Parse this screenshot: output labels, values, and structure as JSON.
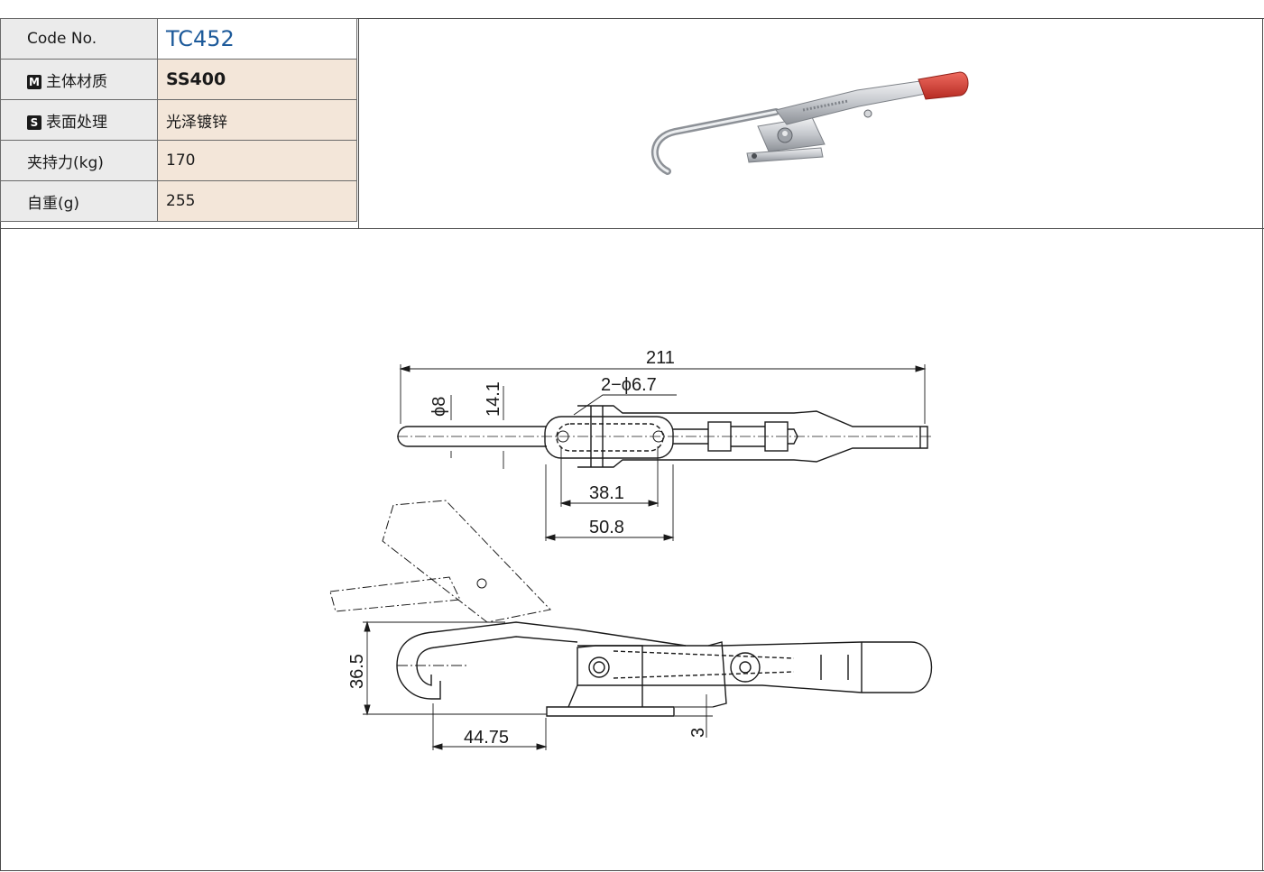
{
  "spec_table": {
    "code_label": "Code No.",
    "code_value": "TC452",
    "material_badge": "M",
    "material_label": "主体材质",
    "material_value": "SS400",
    "surface_badge": "S",
    "surface_label": "表面处理",
    "surface_value": "光泽镀锌",
    "force_label": "夹持力(kg)",
    "force_value": "170",
    "weight_label": "自重(g)",
    "weight_value": "255"
  },
  "drawing": {
    "dim_overall_length": "211",
    "dim_holes": "2−ϕ6.7",
    "dim_pin_dia": "ϕ8",
    "dim_width": "14.1",
    "dim_hole_pitch": "38.1",
    "dim_base_length": "50.8",
    "dim_height": "36.5",
    "dim_hook_offset": "44.75",
    "dim_base_thickness": "3"
  },
  "colors": {
    "handle_grip": "#d63b32",
    "metal": "#c9ccd0",
    "code_text": "#1d5a9a",
    "label_bg": "#ebebeb",
    "value_bg": "#f3e6d9"
  }
}
